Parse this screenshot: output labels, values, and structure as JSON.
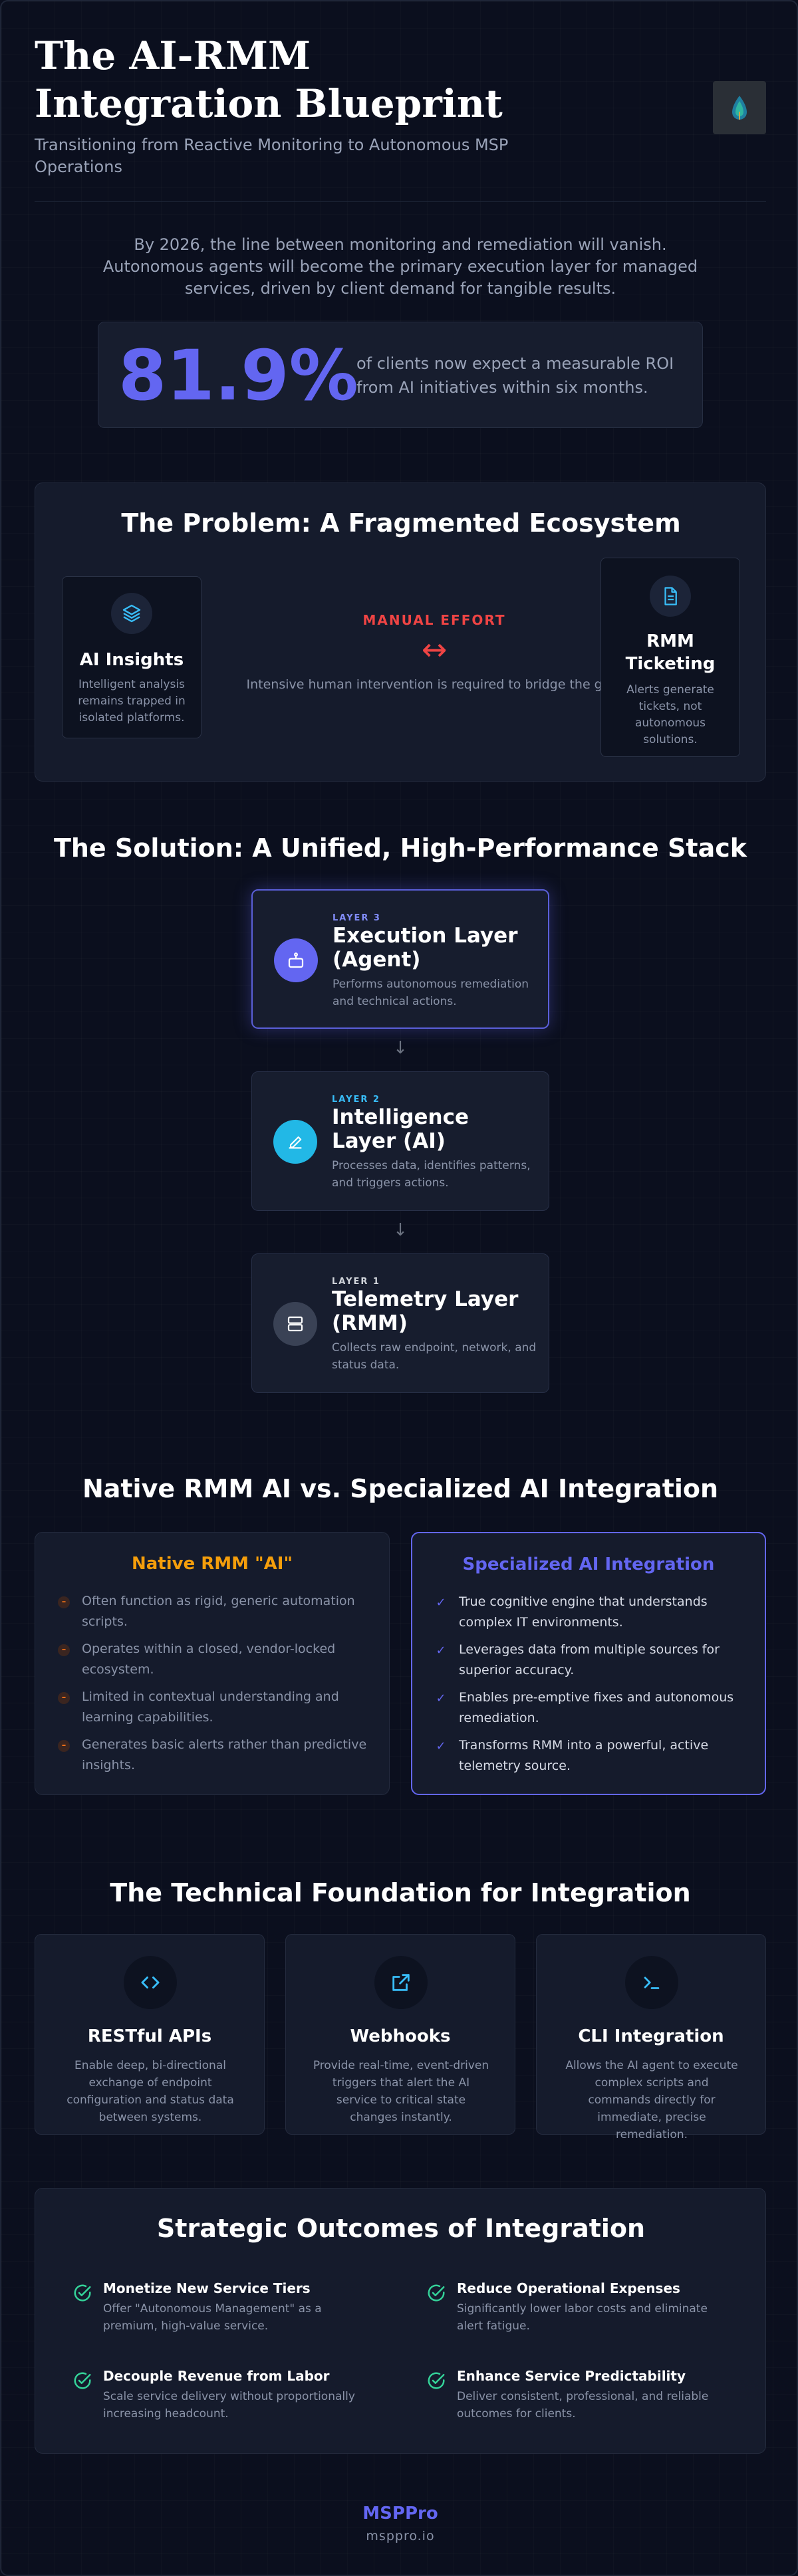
{
  "header": {
    "title": "The AI-RMM Integration Blueprint",
    "subtitle": "Transitioning from Reactive Monitoring to Autonomous MSP Operations",
    "logo_icon": "leaf-drop-icon"
  },
  "intro": {
    "text": "By 2026, the line between monitoring and remediation will vanish. Autonomous agents will become the primary execution layer for managed services, driven by client demand for tangible results.",
    "stat_value": "81.9%",
    "stat_text": "of clients now expect a measurable ROI from AI initiatives within six months."
  },
  "problem": {
    "title": "The Problem: A Fragmented Ecosystem",
    "left": {
      "icon": "layers-icon",
      "title": "AI Insights",
      "desc": "Intelligent analysis remains trapped in isolated platforms."
    },
    "center": {
      "label": "MANUAL EFFORT",
      "arrow": "↔",
      "desc": "Intensive human intervention is required to bridge the gap."
    },
    "right": {
      "icon": "document-icon",
      "title": "RMM Ticketing",
      "desc": "Alerts generate tickets, not autonomous solutions."
    }
  },
  "solution": {
    "title": "The Solution: A Unified, High-Performance Stack",
    "layers": [
      {
        "tag": "LAYER 3",
        "name": "Execution Layer (Agent)",
        "desc": "Performs autonomous remediation and technical actions.",
        "icon": "robot-icon",
        "color": "#6366f1"
      },
      {
        "tag": "LAYER 2",
        "name": "Intelligence Layer (AI)",
        "desc": "Processes data, identifies patterns, and triggers actions.",
        "icon": "pen-icon",
        "color": "#22b8e6"
      },
      {
        "tag": "LAYER 1",
        "name": "Telemetry Layer (RMM)",
        "desc": "Collects raw endpoint, network, and status data.",
        "icon": "server-icon",
        "color": "#3a4255"
      }
    ]
  },
  "comparison": {
    "title": "Native RMM AI vs. Specialized AI Integration",
    "left": {
      "title": "Native RMM \"AI\"",
      "color": "#f59e0b",
      "items": [
        "Often function as rigid, generic automation scripts.",
        "Operates within a closed, vendor-locked ecosystem.",
        "Limited in contextual understanding and learning capabilities.",
        "Generates basic alerts rather than predictive insights."
      ]
    },
    "right": {
      "title": "Specialized AI Integration",
      "color": "#6366f1",
      "items": [
        "True cognitive engine that understands complex IT environments.",
        "Leverages data from multiple sources for superior accuracy.",
        "Enables pre-emptive fixes and autonomous remediation.",
        "Transforms RMM into a powerful, active telemetry source."
      ]
    }
  },
  "foundation": {
    "title": "The Technical Foundation for Integration",
    "cards": [
      {
        "icon": "code-icon",
        "title": "RESTful APIs",
        "desc": "Enable deep, bi-directional exchange of endpoint configuration and status data between systems."
      },
      {
        "icon": "external-link-icon",
        "title": "Webhooks",
        "desc": "Provide real-time, event-driven triggers that alert the AI service to critical state changes instantly."
      },
      {
        "icon": "terminal-icon",
        "title": "CLI Integration",
        "desc": "Allows the AI agent to execute complex scripts and commands directly for immediate, precise remediation."
      }
    ]
  },
  "outcomes": {
    "title": "Strategic Outcomes of Integration",
    "items": [
      {
        "title": "Monetize New Service Tiers",
        "desc": "Offer \"Autonomous Management\" as a premium, high-value service."
      },
      {
        "title": "Reduce Operational Expenses",
        "desc": "Significantly lower labor costs and eliminate alert fatigue."
      },
      {
        "title": "Decouple Revenue from Labor",
        "desc": "Scale service delivery without proportionally increasing headcount."
      },
      {
        "title": "Enhance Service Predictability",
        "desc": "Deliver consistent, professional, and reliable outcomes for clients."
      }
    ]
  },
  "footer": {
    "brand": "MSPPro",
    "url": "msppro.io"
  }
}
